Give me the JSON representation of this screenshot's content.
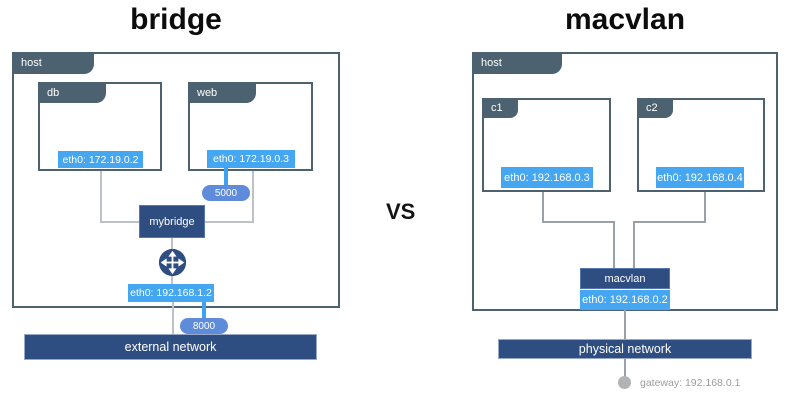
{
  "titles": {
    "left": "bridge",
    "vs": "VS",
    "right": "macvlan"
  },
  "bridge": {
    "host_label": "host",
    "containers": [
      {
        "name": "db",
        "eth": "eth0: 172.19.0.2"
      },
      {
        "name": "web",
        "eth": "eth0: 172.19.0.3"
      }
    ],
    "web_port_pill": "5000",
    "bridge_node": "mybridge",
    "host_eth": "eth0: 192.168.1.2",
    "host_port_pill": "8000",
    "external_network": "external network"
  },
  "macvlan": {
    "host_label": "host",
    "containers": [
      {
        "name": "c1",
        "eth": "eth0: 192.168.0.3"
      },
      {
        "name": "c2",
        "eth": "eth0: 192.168.0.4"
      }
    ],
    "macvlan_node": "macvlan",
    "host_eth": "eth0: 192.168.0.2",
    "physical_network": "physical network",
    "gateway": "gateway: 192.168.0.1"
  },
  "colors": {
    "slate": "#4c6270",
    "navy": "#2e4d80",
    "light_blue": "#45a6f2",
    "pill_blue": "#5e8cdb",
    "line_gray_left": "#bcc2c8",
    "line_gray_right": "#98a1a8",
    "gateway_gray": "#b3b3b3"
  }
}
